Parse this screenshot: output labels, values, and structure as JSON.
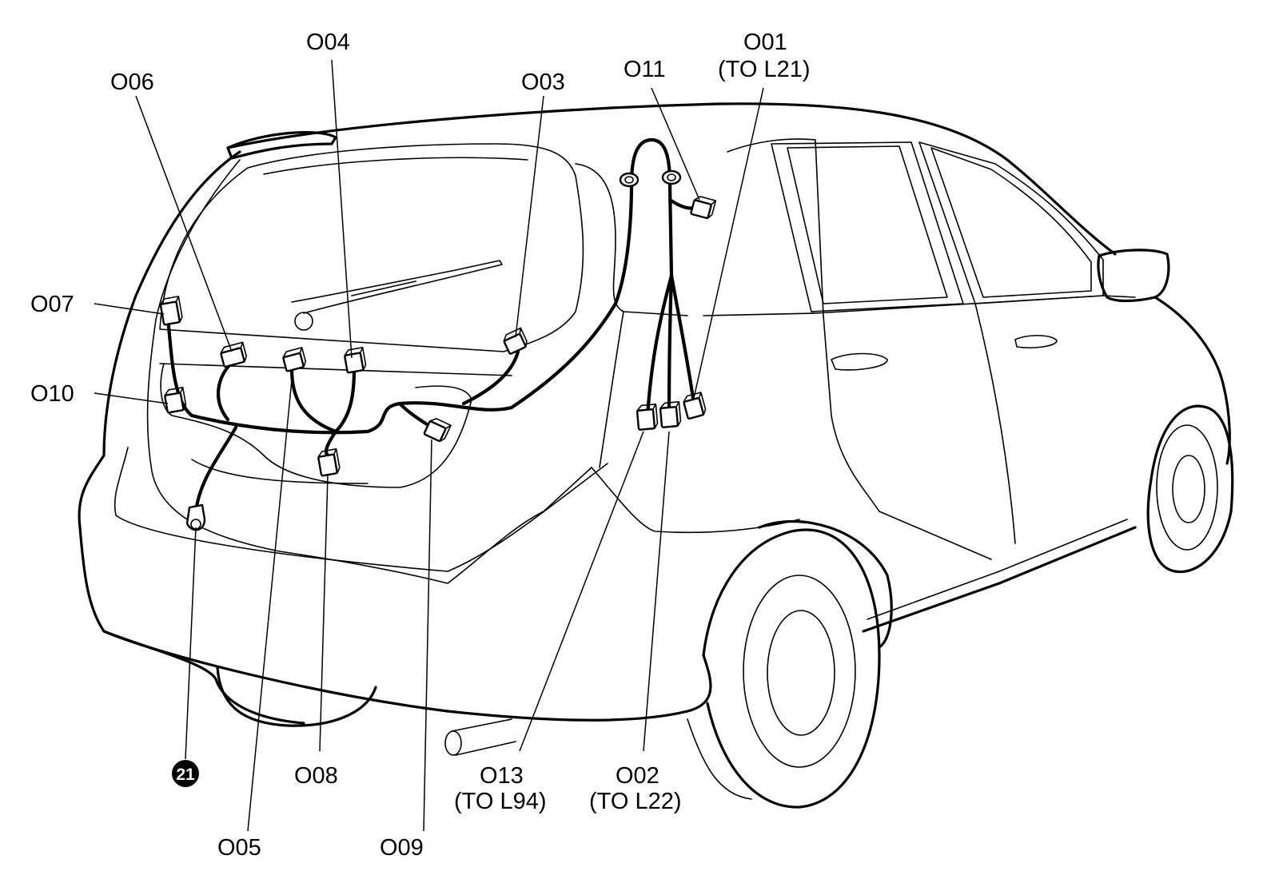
{
  "labels": {
    "o01": "O01",
    "o01_to": "(TO L21)",
    "o02": "O02",
    "o02_to": "(TO L22)",
    "o03": "O03",
    "o04": "O04",
    "o05": "O05",
    "o06": "O06",
    "o07": "O07",
    "o08": "O08",
    "o09": "O09",
    "o10": "O10",
    "o11": "O11",
    "o13": "O13",
    "o13_to": "(TO L94)",
    "ground_point": "21"
  },
  "colors": {
    "line": "#000000",
    "background": "#ffffff"
  }
}
